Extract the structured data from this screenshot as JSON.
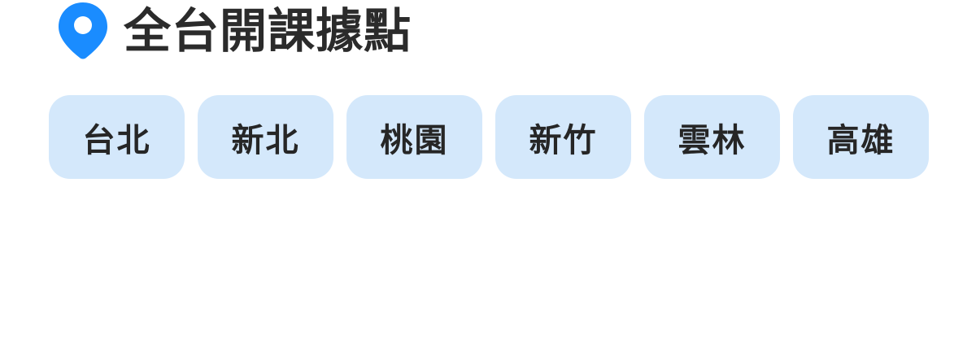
{
  "header": {
    "icon": "map-pin-icon",
    "title": "全台開課據點"
  },
  "colors": {
    "accent": "#1a8cff",
    "chip_background": "#d4e8fb",
    "text": "#2b2b2b"
  },
  "locations": [
    {
      "label": "台北"
    },
    {
      "label": "新北"
    },
    {
      "label": "桃園"
    },
    {
      "label": "新竹"
    },
    {
      "label": "雲林"
    },
    {
      "label": "高雄"
    }
  ]
}
